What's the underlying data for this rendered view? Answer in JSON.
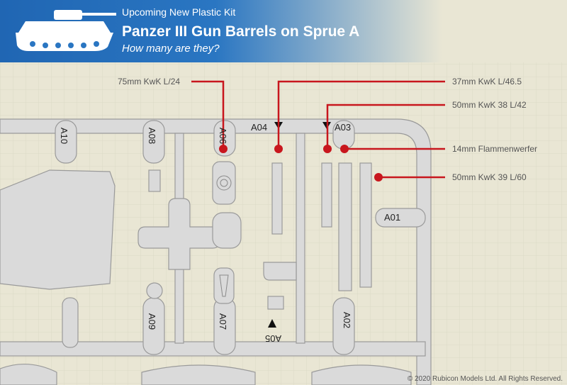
{
  "header": {
    "kicker": "Upcoming New Plastic Kit",
    "title": "Panzer III Gun Barrels on Sprue A",
    "subtitle": "How many are they?"
  },
  "callouts": [
    {
      "label": "75mm KwK L/24"
    },
    {
      "label": "37mm KwK  L/46.5"
    },
    {
      "label": "50mm KwK 38 L/42"
    },
    {
      "label": "14mm Flammenwerfer"
    },
    {
      "label": "50mm KwK 39 L/60"
    }
  ],
  "part_labels": {
    "a01": "A01",
    "a02": "A02",
    "a03": "A03",
    "a04": "A04",
    "a05": "A05",
    "a06": "A06",
    "a07": "A07",
    "a08": "A08",
    "a09": "A09",
    "a10": "A10"
  },
  "footer": {
    "copyright": "© 2020 Rubicon Models Ltd. All Rights Reserved."
  },
  "colors": {
    "banner_blue": "#2066b3",
    "callout_red": "#c8161d",
    "sprue_grey": "#d9d9d9",
    "background": "#e9e6d4"
  },
  "icons": {
    "header_icon": "tank-silhouette-icon"
  }
}
